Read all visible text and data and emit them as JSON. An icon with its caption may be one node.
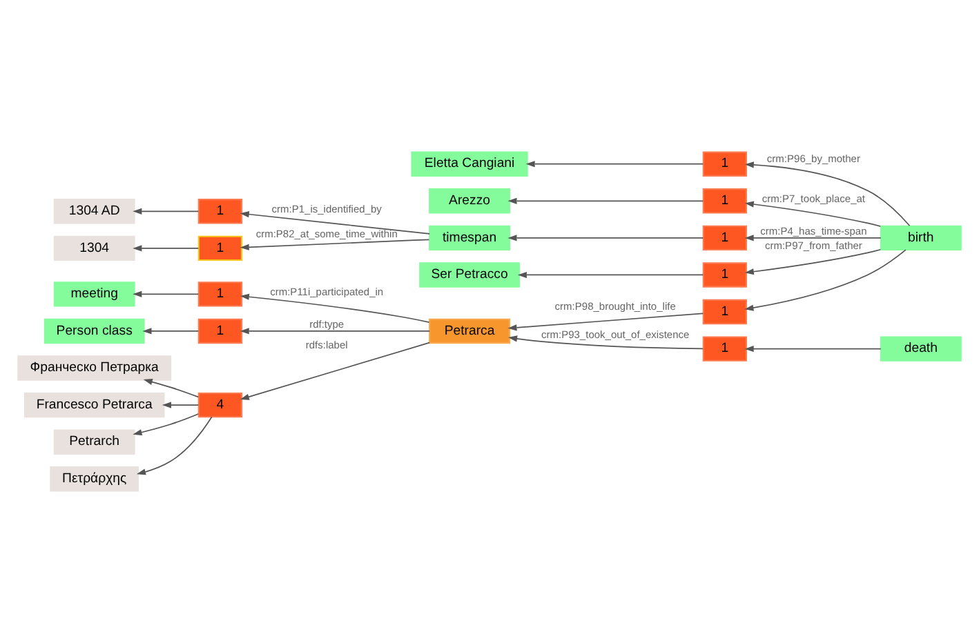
{
  "diagram": {
    "nodes": [
      {
        "text": [
          "1304 AD"
        ]
      },
      {
        "text": [
          "1"
        ]
      },
      {
        "text": [
          "timespan"
        ]
      },
      {
        "text": [
          "1"
        ]
      },
      {
        "text": [
          "1304"
        ]
      },
      {
        "text": [
          "Ser Petracco"
        ]
      },
      {
        "text": [
          "1"
        ]
      },
      {
        "text": [
          "Person class"
        ]
      },
      {
        "text": [
          "1"
        ]
      },
      {
        "text": [
          "Petrarch"
        ]
      },
      {
        "text": [
          "Πετράρχης"
        ]
      },
      {
        "text": [
          "1"
        ]
      },
      {
        "text": [
          "4"
        ]
      },
      {
        "text": [
          "1"
        ]
      },
      {
        "text": [
          "birth"
        ]
      },
      {
        "text": [
          "Франческо Петрарка"
        ]
      },
      {
        "text": [
          "Petrarca"
        ]
      },
      {
        "text": [
          "1"
        ]
      },
      {
        "text": [
          "1"
        ]
      },
      {
        "text": [
          "Eletta Cangiani"
        ]
      },
      {
        "text": [
          "Francesco Petrarca"
        ]
      },
      {
        "text": [
          "1"
        ]
      },
      {
        "text": [
          "1"
        ]
      },
      {
        "text": [
          "Arezzo"
        ]
      },
      {
        "text": [
          "death"
        ]
      },
      {
        "text": [
          "meeting"
        ]
      }
    ],
    "edges": [
      {
        "from": 16,
        "to": 12,
        "arrow": "to",
        "label": "rdfs:label"
      },
      {
        "from": 12,
        "to": 9,
        "arrow": "to"
      },
      {
        "from": 12,
        "to": 10,
        "arrow": "to"
      },
      {
        "from": 12,
        "to": 15,
        "arrow": "to"
      },
      {
        "from": 12,
        "to": 20,
        "arrow": "to"
      },
      {
        "from": 16,
        "to": 11,
        "arrow": "to",
        "label": "rdf:type"
      },
      {
        "from": 11,
        "to": 7,
        "arrow": "to"
      },
      {
        "from": 14,
        "to": 13,
        "arrow": "to"
      },
      {
        "from": 13,
        "to": 16,
        "arrow": "to",
        "label": "crm:P98_brought_into_life"
      },
      {
        "from": 24,
        "to": 21,
        "arrow": "to"
      },
      {
        "from": 21,
        "to": 16,
        "arrow": "to",
        "label": "crm:P93_took_out_of_existence"
      },
      {
        "from": 16,
        "to": 22,
        "arrow": "to",
        "label": "crm:P11i_participated_in"
      },
      {
        "from": 22,
        "to": 25,
        "arrow": "to"
      },
      {
        "from": 14,
        "to": 6,
        "arrow": "to",
        "label": "crm:P97_from_father"
      },
      {
        "from": 6,
        "to": 5,
        "arrow": "to"
      },
      {
        "from": 14,
        "to": 8,
        "arrow": "to",
        "label": "crm:P4_has_time-span"
      },
      {
        "from": 8,
        "to": 2,
        "arrow": "to"
      },
      {
        "from": 14,
        "to": 17,
        "arrow": "to",
        "label": "crm:P96_by_mother"
      },
      {
        "from": 17,
        "to": 19,
        "arrow": "to"
      },
      {
        "from": 14,
        "to": 18,
        "arrow": "to",
        "label": "crm:P7_took_place_at"
      },
      {
        "from": 18,
        "to": 23,
        "arrow": "to"
      },
      {
        "from": 2,
        "to": 1,
        "arrow": "to",
        "label": "crm:P1_is_identified_by"
      },
      {
        "from": 1,
        "to": 0,
        "arrow": "to"
      },
      {
        "from": 2,
        "to": 3,
        "arrow": "to",
        "label": "crm:P82_at_some_time_within"
      },
      {
        "from": 3,
        "to": 4,
        "arrow": "to"
      }
    ]
  }
}
